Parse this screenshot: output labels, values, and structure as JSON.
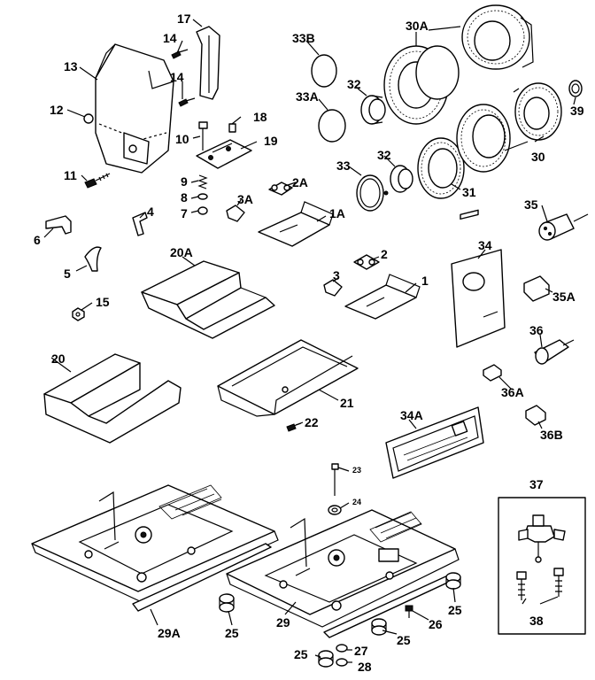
{
  "labels": {
    "l1": "1",
    "l1A": "1A",
    "l2": "2",
    "l2A": "2A",
    "l3": "3",
    "l3A": "3A",
    "l4": "4",
    "l5": "5",
    "l6": "6",
    "l7": "7",
    "l8": "8",
    "l9": "9",
    "l10": "10",
    "l11": "11",
    "l12": "12",
    "l13": "13",
    "l14a": "14",
    "l14b": "14",
    "l15": "15",
    "l17": "17",
    "l18": "18",
    "l19": "19",
    "l20": "20",
    "l20A": "20A",
    "l21": "21",
    "l22": "22",
    "l23": "23",
    "l24": "24",
    "l25a": "25",
    "l25b": "25",
    "l25c": "25",
    "l25d": "25",
    "l26": "26",
    "l27": "27",
    "l28": "28",
    "l29": "29",
    "l29A": "29A",
    "l30": "30",
    "l30A": "30A",
    "l31": "31",
    "l32a": "32",
    "l32b": "32",
    "l33": "33",
    "l33A": "33A",
    "l33B": "33B",
    "l34": "34",
    "l34A": "34A",
    "l35": "35",
    "l35A": "35A",
    "l36": "36",
    "l36A": "36A",
    "l36B": "36B",
    "l37": "37",
    "l38": "38",
    "l39": "39"
  }
}
